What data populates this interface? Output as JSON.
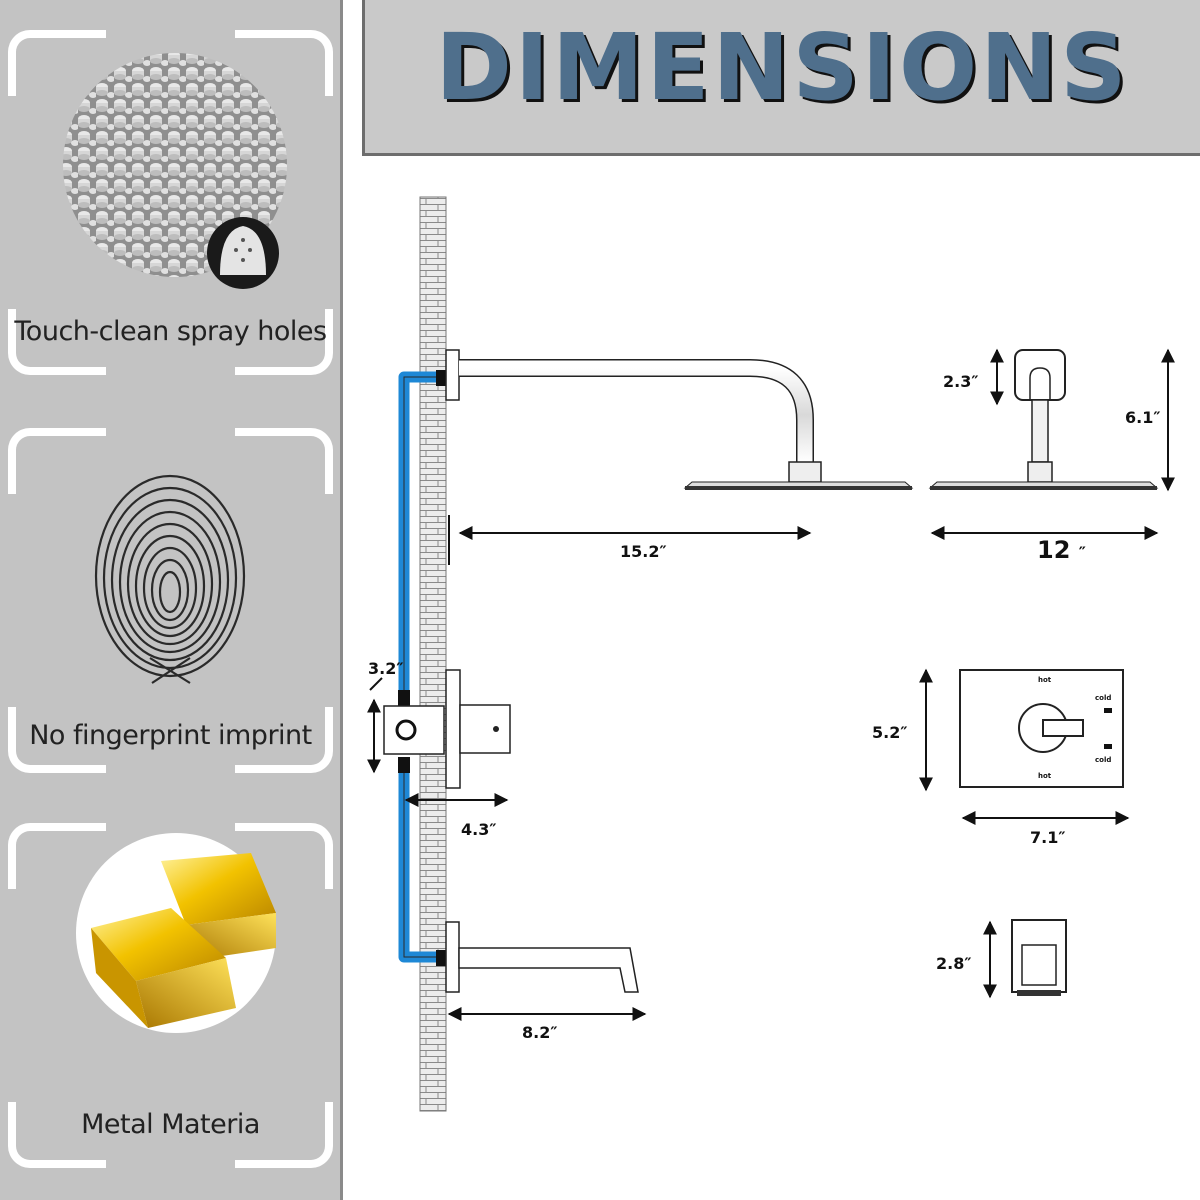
{
  "title": "DIMENSIONS",
  "features": [
    {
      "caption": "Touch-clean spray holes",
      "icon": "spray-nozzle-pellets"
    },
    {
      "caption": "No fingerprint imprint",
      "icon": "fingerprint-icon"
    },
    {
      "caption": "Metal Materia",
      "icon": "gold-bars"
    }
  ],
  "dimensions": {
    "arm_length": "15.2″",
    "head_width_value": "12",
    "head_width_unit": "″",
    "head_height": "6.1″",
    "flange_height": "2.3″",
    "valve_depth": "3.2″",
    "valve_extension": "4.3″",
    "trim_height": "5.2″",
    "trim_width": "7.1″",
    "spout_length": "8.2″",
    "spout_height": "2.8″"
  },
  "handle_labels": {
    "hot": "hot",
    "cold": "cold"
  },
  "colors": {
    "title": "#4f6f8c",
    "sidebar": "#c3c3c3",
    "title_box": "#c9c9c9",
    "water_pipe": "#1e88d6",
    "wall": "#ececec"
  }
}
